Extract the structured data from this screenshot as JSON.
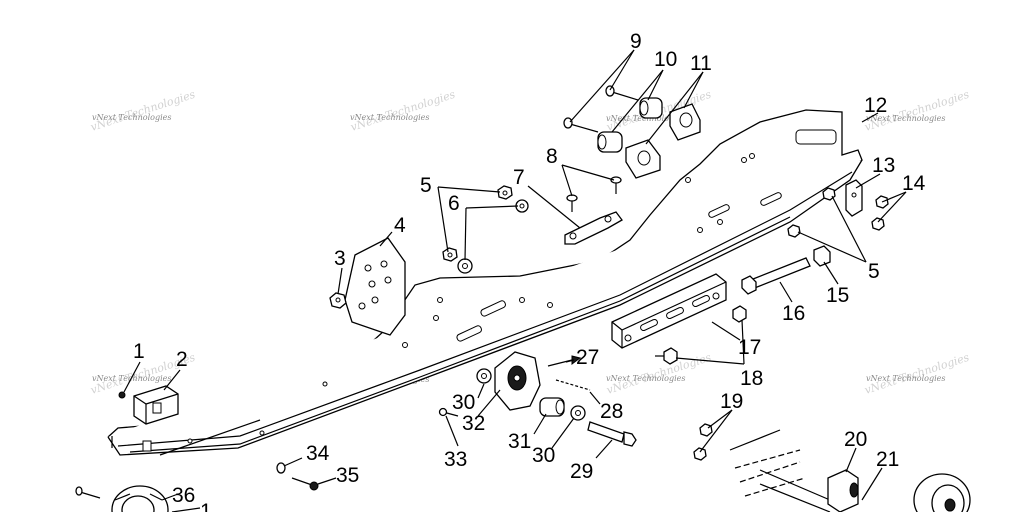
{
  "watermark": {
    "text": "vNext Technologies"
  },
  "callouts": [
    {
      "id": "c9",
      "text": "9"
    },
    {
      "id": "c10",
      "text": "10"
    },
    {
      "id": "c11",
      "text": "11"
    },
    {
      "id": "c12",
      "text": "12"
    },
    {
      "id": "c13",
      "text": "13"
    },
    {
      "id": "c14",
      "text": "14"
    },
    {
      "id": "c8",
      "text": "8"
    },
    {
      "id": "c7",
      "text": "7"
    },
    {
      "id": "c5a",
      "text": "5"
    },
    {
      "id": "c6",
      "text": "6"
    },
    {
      "id": "c4",
      "text": "4"
    },
    {
      "id": "c3",
      "text": "3"
    },
    {
      "id": "c5b",
      "text": "5"
    },
    {
      "id": "c15",
      "text": "15"
    },
    {
      "id": "c16",
      "text": "16"
    },
    {
      "id": "c17",
      "text": "17"
    },
    {
      "id": "c18",
      "text": "18"
    },
    {
      "id": "c1a",
      "text": "1"
    },
    {
      "id": "c2",
      "text": "2"
    },
    {
      "id": "c27",
      "text": "27"
    },
    {
      "id": "c30a",
      "text": "30"
    },
    {
      "id": "c32",
      "text": "32"
    },
    {
      "id": "c28",
      "text": "28"
    },
    {
      "id": "c19",
      "text": "19"
    },
    {
      "id": "c31",
      "text": "31"
    },
    {
      "id": "c30b",
      "text": "30"
    },
    {
      "id": "c33",
      "text": "33"
    },
    {
      "id": "c29",
      "text": "29"
    },
    {
      "id": "c20",
      "text": "20"
    },
    {
      "id": "c21",
      "text": "21"
    },
    {
      "id": "c34",
      "text": "34"
    },
    {
      "id": "c35",
      "text": "35"
    },
    {
      "id": "c36",
      "text": "36"
    },
    {
      "id": "c1b",
      "text": "1"
    }
  ]
}
